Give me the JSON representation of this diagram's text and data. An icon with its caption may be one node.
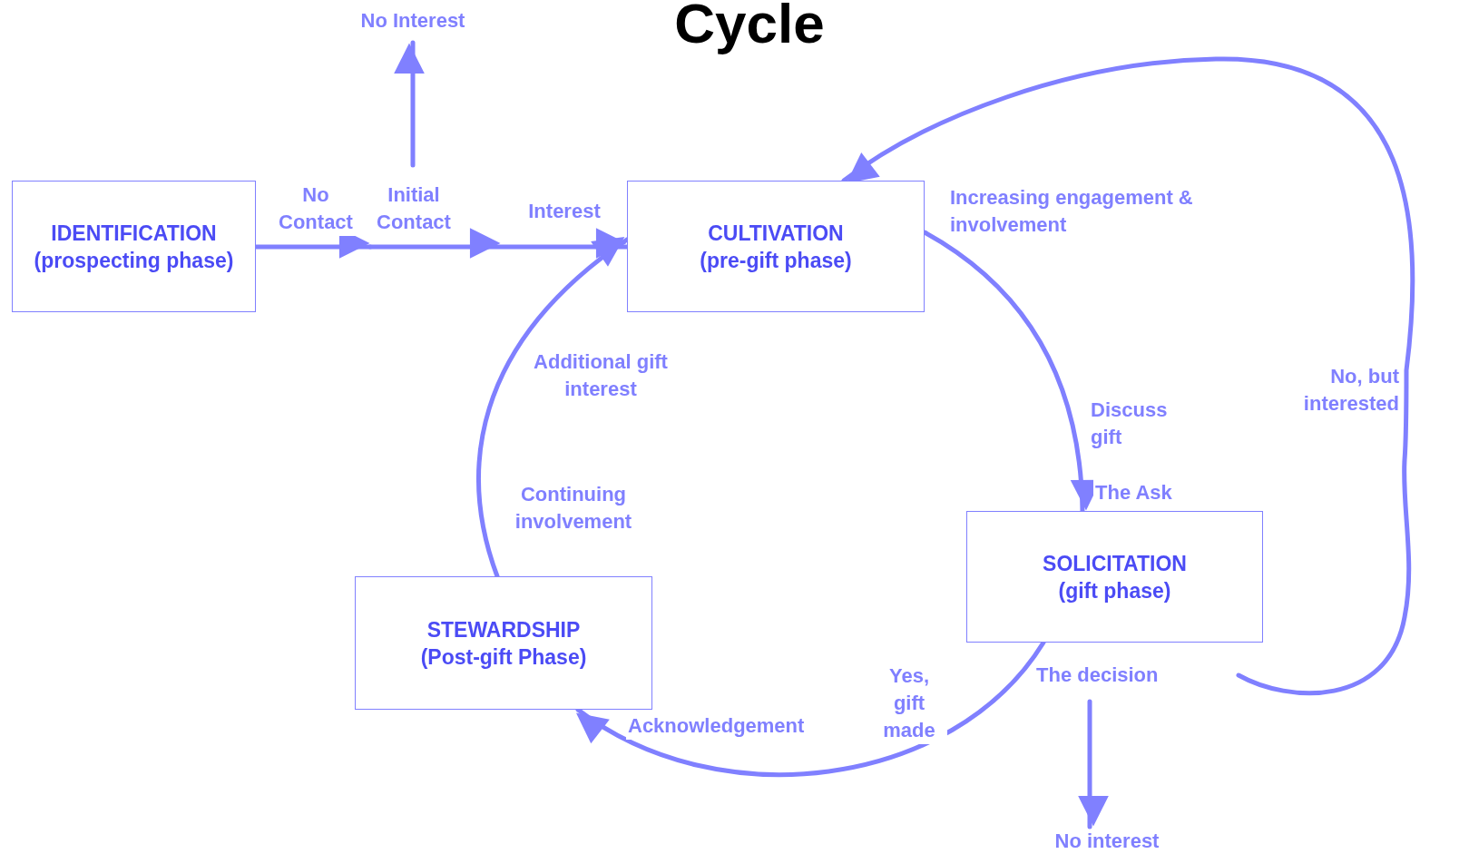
{
  "diagram": {
    "title": "Cycle",
    "nodes": [
      {
        "text": [
          "IDENTIFICATION",
          "(prospecting phase)"
        ]
      },
      {
        "text": [
          "Initial Contact"
        ]
      },
      {
        "text": [
          "No Interest"
        ]
      },
      {
        "text": [
          "CULTIVATION",
          "(pre-gift phase)"
        ]
      },
      {
        "text": [
          "SOLICITATION",
          "(gift phase)"
        ],
        "beside": [
          "The Ask",
          "The decision"
        ]
      },
      {
        "text": [
          "STEWARDSHIP",
          "(Post-gift Phase)"
        ]
      },
      {
        "text": [
          "No interest"
        ]
      }
    ],
    "edges": [
      {
        "from": 0,
        "to": 1,
        "arrow": "to",
        "label": "No Contact"
      },
      {
        "from": 1,
        "to": 2,
        "arrow": "to"
      },
      {
        "from": 1,
        "to": 3,
        "arrow": "to",
        "label": "Interest"
      },
      {
        "from": 3,
        "to": 4,
        "arrow": "to",
        "label": "Discuss gift"
      },
      {
        "from": 4,
        "to": 5,
        "arrow": "to",
        "label": "Yes, gift made"
      },
      {
        "from": 4,
        "to": 6,
        "arrow": "to"
      },
      {
        "from": 4,
        "to": 3,
        "arrow": "to",
        "label": "No, but interested"
      },
      {
        "from": 5,
        "to": 3,
        "arrow": "to",
        "label": "Continuing involvement"
      }
    ],
    "labels": [
      "Increasing engagement & involvement",
      "Additional gift interest",
      "Acknowledgement"
    ]
  }
}
